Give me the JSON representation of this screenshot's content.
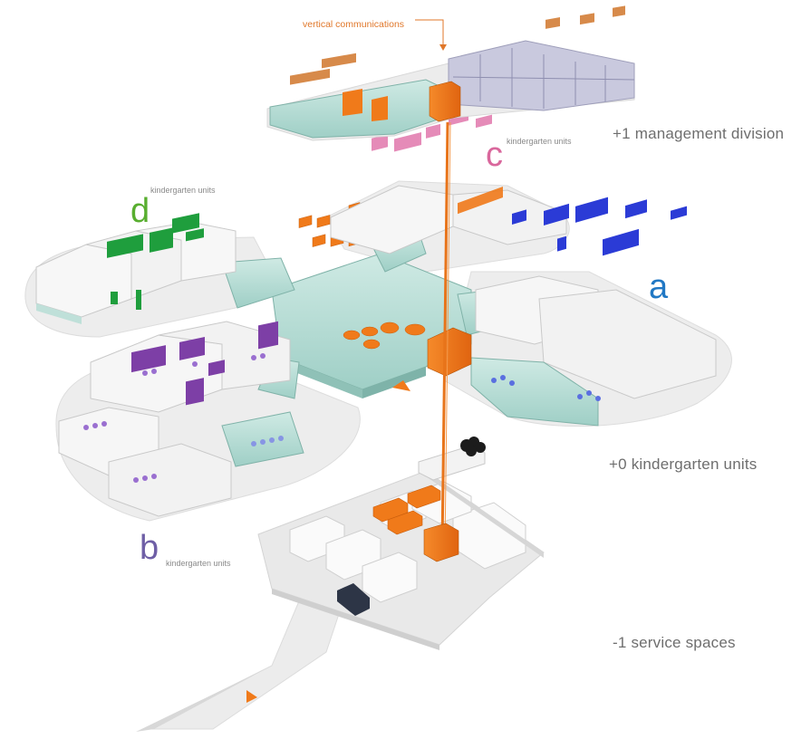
{
  "callout": {
    "text": "vertical communications"
  },
  "levels": [
    {
      "id": "upper",
      "text": "+1  management division"
    },
    {
      "id": "ground",
      "text": "+0   kindergarten units"
    },
    {
      "id": "basement",
      "text": "-1  service spaces"
    }
  ],
  "units": [
    {
      "id": "a",
      "letter": "a",
      "caption": "",
      "color": "#2178c4"
    },
    {
      "id": "b",
      "letter": "b",
      "caption": "kindergarten units",
      "color": "#6f5fa6"
    },
    {
      "id": "c",
      "letter": "c",
      "caption": "kindergarten units",
      "color": "#d9679c"
    },
    {
      "id": "d",
      "letter": "d",
      "caption": "kindergarten units",
      "color": "#58ae2f"
    }
  ],
  "colors": {
    "circulation": "#f07a1a",
    "glass": "#b8ddd6",
    "wall": "#f4f4f4",
    "floor": "#e6e6e6",
    "unit_a": "#2b3bd6",
    "unit_b": "#7d3fa6",
    "unit_c": "#e58bb8",
    "unit_d": "#1f9e3d"
  }
}
